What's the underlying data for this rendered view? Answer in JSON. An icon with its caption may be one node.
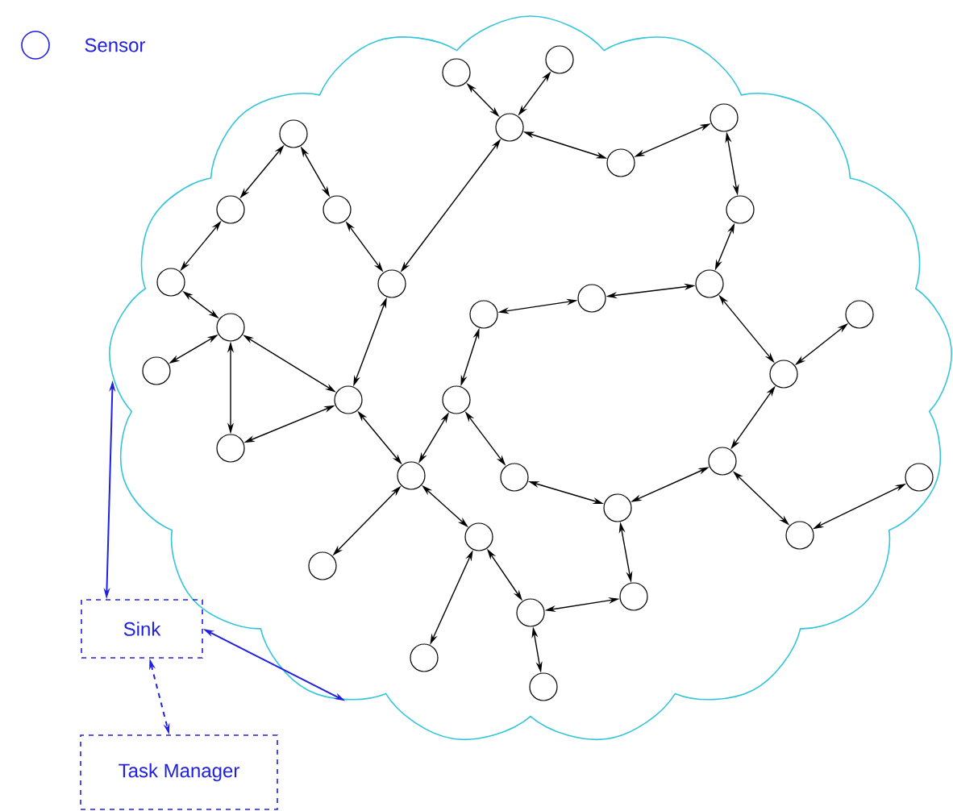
{
  "diagram": {
    "nodes": [
      {
        "text": [],
        "shape": "cloud"
      },
      {
        "text": [],
        "shape": "circle",
        "in": 0
      },
      {
        "text": [],
        "shape": "circle",
        "in": 0
      },
      {
        "text": [],
        "shape": "circle",
        "in": 0
      },
      {
        "text": [],
        "shape": "circle",
        "in": 0
      },
      {
        "text": [],
        "shape": "circle",
        "in": 0
      },
      {
        "text": [],
        "shape": "circle",
        "in": 0
      },
      {
        "text": [],
        "shape": "circle",
        "in": 0
      },
      {
        "text": [],
        "shape": "circle",
        "in": 0
      },
      {
        "text": [],
        "shape": "circle",
        "in": 0
      },
      {
        "text": [],
        "shape": "circle",
        "in": 0
      },
      {
        "text": [],
        "shape": "circle",
        "in": 0
      },
      {
        "text": [],
        "shape": "circle",
        "in": 0
      },
      {
        "text": [],
        "shape": "circle",
        "in": 0
      },
      {
        "text": [],
        "shape": "circle",
        "in": 0
      },
      {
        "text": [],
        "shape": "circle",
        "in": 0
      },
      {
        "text": [],
        "shape": "circle",
        "in": 0
      },
      {
        "text": [],
        "shape": "circle",
        "in": 0
      },
      {
        "text": [],
        "shape": "circle",
        "in": 0
      },
      {
        "text": [],
        "shape": "circle",
        "in": 0
      },
      {
        "text": [],
        "shape": "circle",
        "in": 0
      },
      {
        "text": [],
        "shape": "circle",
        "in": 0
      },
      {
        "text": [],
        "shape": "circle",
        "in": 0
      },
      {
        "text": [],
        "shape": "circle",
        "in": 0
      },
      {
        "text": [],
        "shape": "circle",
        "in": 0
      },
      {
        "text": [],
        "shape": "circle",
        "in": 0
      },
      {
        "text": [],
        "shape": "circle",
        "in": 0
      },
      {
        "text": [],
        "shape": "circle",
        "in": 0
      },
      {
        "text": [],
        "shape": "circle",
        "in": 0
      },
      {
        "text": [],
        "shape": "circle",
        "in": 0
      },
      {
        "text": [],
        "shape": "circle",
        "in": 0
      },
      {
        "text": [],
        "shape": "circle",
        "in": 0
      },
      {
        "text": [],
        "shape": "circle",
        "in": 0
      },
      {
        "text": [],
        "shape": "circle",
        "in": 0
      },
      {
        "text": [
          "Sink"
        ]
      },
      {
        "text": [
          "Task Manager"
        ]
      }
    ],
    "edges": [
      {
        "from": 5,
        "to": 7,
        "arrow": "both"
      },
      {
        "from": 5,
        "to": 8,
        "arrow": "both"
      },
      {
        "from": 7,
        "to": 10,
        "arrow": "both"
      },
      {
        "from": 8,
        "to": 11,
        "arrow": "both"
      },
      {
        "from": 11,
        "to": 4,
        "arrow": "both"
      },
      {
        "from": 2,
        "to": 4,
        "arrow": "both"
      },
      {
        "from": 1,
        "to": 4,
        "arrow": "both"
      },
      {
        "from": 4,
        "to": 6,
        "arrow": "both"
      },
      {
        "from": 6,
        "to": 3,
        "arrow": "both"
      },
      {
        "from": 3,
        "to": 9,
        "arrow": "both"
      },
      {
        "from": 9,
        "to": 12,
        "arrow": "both"
      },
      {
        "from": 12,
        "to": 13,
        "arrow": "both"
      },
      {
        "from": 13,
        "to": 14,
        "arrow": "both"
      },
      {
        "from": 14,
        "to": 20,
        "arrow": "both"
      },
      {
        "from": 12,
        "to": 18,
        "arrow": "both"
      },
      {
        "from": 18,
        "to": 15,
        "arrow": "both"
      },
      {
        "from": 10,
        "to": 16,
        "arrow": "both"
      },
      {
        "from": 16,
        "to": 17,
        "arrow": "both"
      },
      {
        "from": 16,
        "to": 21,
        "arrow": "both"
      },
      {
        "from": 16,
        "to": 19,
        "arrow": "both"
      },
      {
        "from": 19,
        "to": 21,
        "arrow": "both"
      },
      {
        "from": 11,
        "to": 19,
        "arrow": "both"
      },
      {
        "from": 19,
        "to": 23,
        "arrow": "both"
      },
      {
        "from": 20,
        "to": 23,
        "arrow": "both"
      },
      {
        "from": 20,
        "to": 24,
        "arrow": "both"
      },
      {
        "from": 24,
        "to": 26,
        "arrow": "both"
      },
      {
        "from": 26,
        "to": 22,
        "arrow": "both"
      },
      {
        "from": 22,
        "to": 18,
        "arrow": "both"
      },
      {
        "from": 22,
        "to": 27,
        "arrow": "both"
      },
      {
        "from": 27,
        "to": 25,
        "arrow": "both"
      },
      {
        "from": 26,
        "to": 30,
        "arrow": "both"
      },
      {
        "from": 30,
        "to": 31,
        "arrow": "both"
      },
      {
        "from": 31,
        "to": 33,
        "arrow": "both"
      },
      {
        "from": 28,
        "to": 31,
        "arrow": "both"
      },
      {
        "from": 23,
        "to": 29,
        "arrow": "both"
      },
      {
        "from": 23,
        "to": 28,
        "arrow": "both"
      },
      {
        "from": 28,
        "to": 32,
        "arrow": "both"
      },
      {
        "from": 34,
        "to": 0,
        "arrow": "both",
        "color": "#2020e0"
      },
      {
        "from": 34,
        "to": 0,
        "arrow": "both",
        "color": "#2020e0"
      },
      {
        "from": 34,
        "to": 35,
        "arrow": "both",
        "style": "dashed",
        "color": "#2020e0"
      }
    ],
    "legend": [
      {
        "text": "Sensor"
      }
    ]
  }
}
